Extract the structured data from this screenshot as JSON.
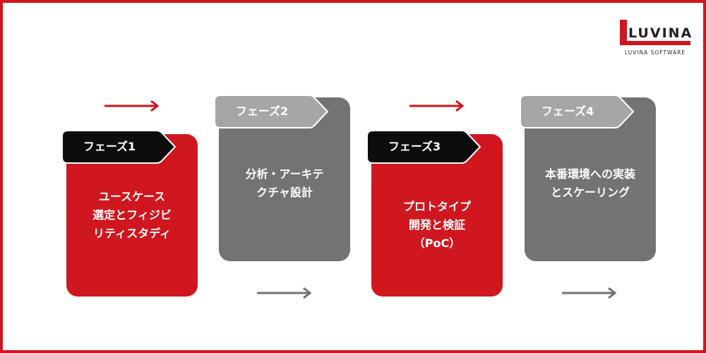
{
  "brand": {
    "logo_word": "LUVINA",
    "logo_sub": "LUVINA SOFTWARE"
  },
  "colors": {
    "red": "#d0161e",
    "gray": "#737373",
    "light_gray": "#a6a6a6",
    "black": "#0d0d0d",
    "white": "#ffffff"
  },
  "phases": [
    {
      "tag": "フェーズ1",
      "lines": [
        "ユースケース",
        "選定とフィジビ",
        "リティスタディ"
      ]
    },
    {
      "tag": "フェーズ2",
      "lines": [
        "分析・アーキテ",
        "クチャ設計"
      ]
    },
    {
      "tag": "フェーズ3",
      "lines": [
        "プロトタイプ",
        "開発と検証",
        "（PoC）"
      ]
    },
    {
      "tag": "フェーズ4",
      "lines": [
        "本番環境への実装",
        "とスケーリング"
      ]
    }
  ]
}
